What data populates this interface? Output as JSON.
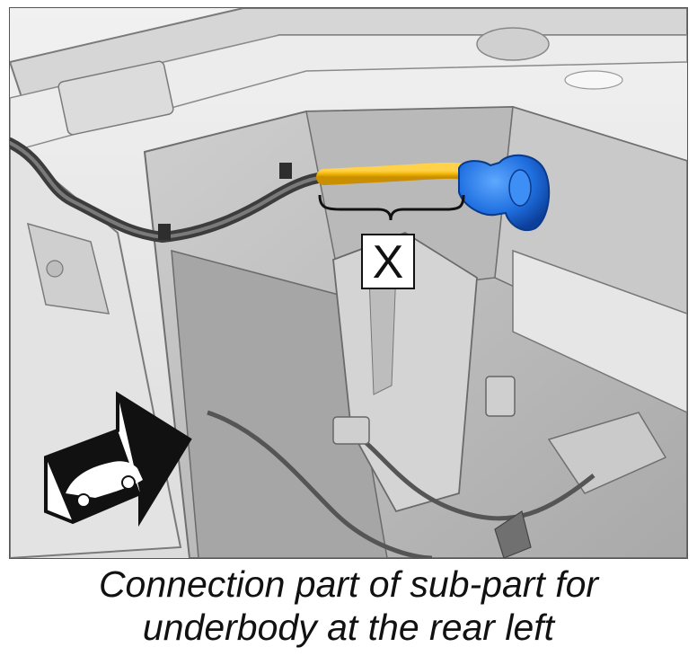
{
  "callout": {
    "label": "X"
  },
  "caption": {
    "line1": "Connection part of sub-part for",
    "line2": "underbody at the rear left"
  },
  "colors": {
    "harness_highlight": "#f2b705",
    "connector": "#1f6fe0",
    "panel": "#e6e6e6",
    "shadow": "#8a8a8a"
  },
  "icons": {
    "direction": "vehicle-front-direction-icon"
  }
}
